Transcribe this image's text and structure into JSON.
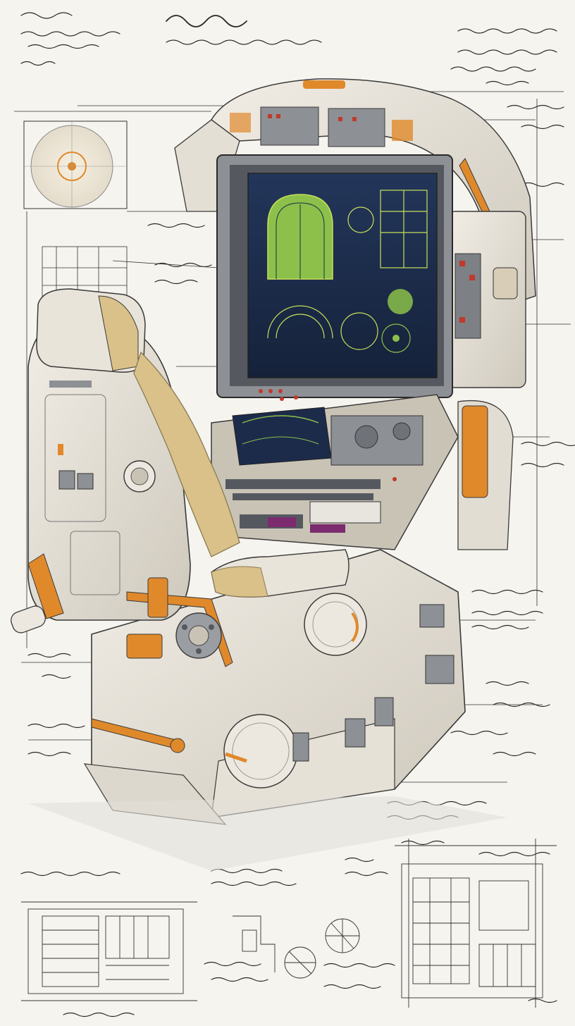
{
  "colors": {
    "paper": "#f6f4ef",
    "ink": "#2a2a2a",
    "shell": "#ebe7de",
    "shell_shadow": "#c9c3b6",
    "metal": "#8d9095",
    "metal_dark": "#55595f",
    "accent_orange": "#e0892b",
    "padding_tan": "#d9c189",
    "screen_bg": "#1c2b4a",
    "screen_green": "#8cc04a",
    "screen_line": "#c8e05a"
  },
  "illustration": {
    "subject": "cockpit-pilot-seat-technical-sketch",
    "elements": [
      "pilot-seat",
      "main-display-screen",
      "control-console",
      "overhead-panel",
      "side-panel",
      "base-housing",
      "blueprint-diagrams",
      "handwritten-annotations"
    ]
  }
}
